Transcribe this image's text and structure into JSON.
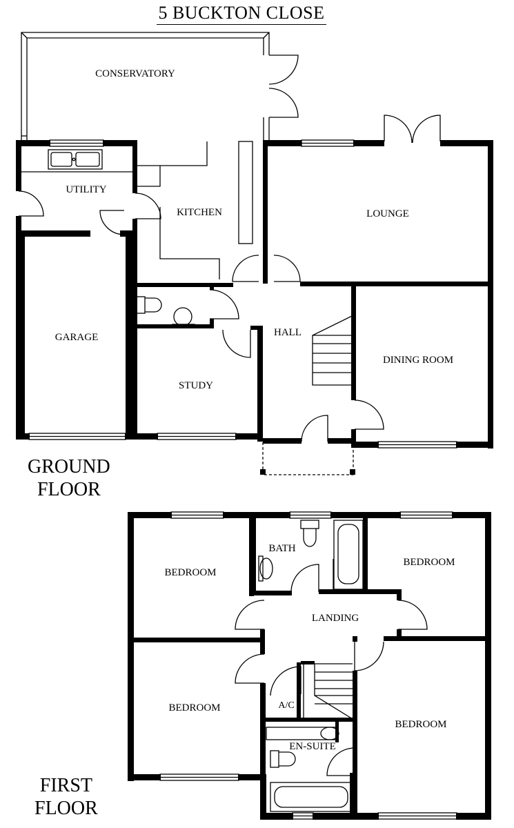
{
  "title": "5 BUCKTON CLOSE",
  "floors": {
    "ground": {
      "label_line1": "GROUND",
      "label_line2": "FLOOR",
      "rooms": {
        "conservatory": "CONSERVATORY",
        "utility": "UTILITY",
        "kitchen": "KITCHEN",
        "lounge": "LOUNGE",
        "garage": "GARAGE",
        "hall": "HALL",
        "study": "STUDY",
        "dining_room": "DINING ROOM"
      }
    },
    "first": {
      "label_line1": "FIRST",
      "label_line2": "FLOOR",
      "rooms": {
        "bath": "BATH",
        "bedroom_1": "BEDROOM",
        "bedroom_2": "BEDROOM",
        "landing": "LANDING",
        "bedroom_3": "BEDROOM",
        "ac": "A/C",
        "bedroom_4": "BEDROOM",
        "en_suite": "EN-SUITE"
      }
    }
  },
  "colors": {
    "wall": "#000000",
    "background": "#ffffff"
  }
}
